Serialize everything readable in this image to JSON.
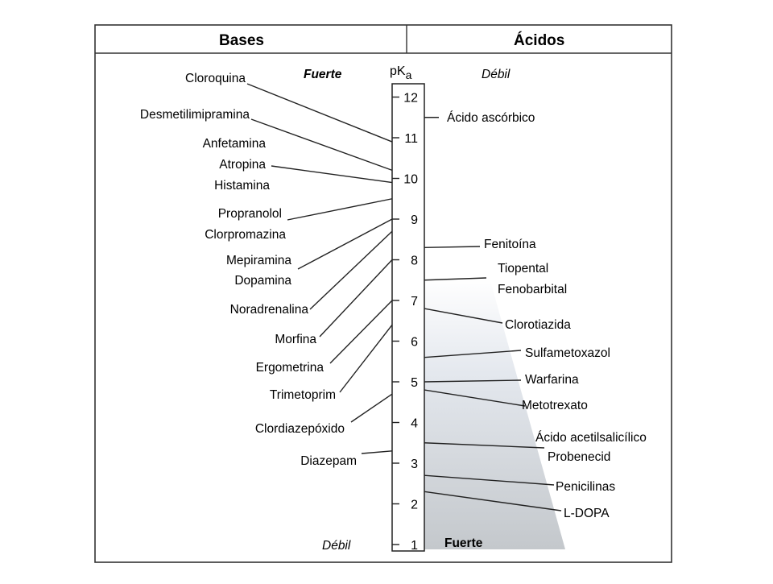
{
  "header": {
    "bases": "Bases",
    "acids": "Ácidos"
  },
  "scale": {
    "title": "pK",
    "subscript": "a",
    "min": 1,
    "max": 12,
    "ticks": [
      12,
      11,
      10,
      9,
      8,
      7,
      6,
      5,
      4,
      3,
      2,
      1
    ]
  },
  "corners": {
    "bases_top": "Fuerte",
    "acids_top": "Débil",
    "bases_bottom": "Débil",
    "acids_bottom": "Fuerte"
  },
  "bases": [
    {
      "name": "Cloroquina",
      "pka": 10.9
    },
    {
      "name": "Desmetilimipramina",
      "pka": 10.2
    },
    {
      "name": "Anfetamina",
      "pka": 9.9
    },
    {
      "name": "Atropina",
      "pka": 9.9
    },
    {
      "name": "Histamina",
      "pka": 9.9
    },
    {
      "name": "Propranolol",
      "pka": 9.5
    },
    {
      "name": "Clorpromazina",
      "pka": 9.3
    },
    {
      "name": "Mepiramina",
      "pka": 9.0
    },
    {
      "name": "Dopamina",
      "pka": 9.0
    },
    {
      "name": "Noradrenalina",
      "pka": 8.7
    },
    {
      "name": "Morfina",
      "pka": 8.0
    },
    {
      "name": "Ergometrina",
      "pka": 7.0
    },
    {
      "name": "Trimetoprim",
      "pka": 6.4
    },
    {
      "name": "Clordiazepóxido",
      "pka": 4.7
    },
    {
      "name": "Diazepam",
      "pka": 3.3
    }
  ],
  "acids": [
    {
      "name": "Ácido ascórbico",
      "pka": 11.5
    },
    {
      "name": "Fenitoína",
      "pka": 8.3
    },
    {
      "name": "Tiopental",
      "pka": 7.5
    },
    {
      "name": "Fenobarbital",
      "pka": 7.5
    },
    {
      "name": "Clorotiazida",
      "pka": 6.8
    },
    {
      "name": "Sulfametoxazol",
      "pka": 5.6
    },
    {
      "name": "Warfarina",
      "pka": 5.0
    },
    {
      "name": "Metotrexato",
      "pka": 4.8
    },
    {
      "name": "Ácido acetilsalicílico",
      "pka": 3.5
    },
    {
      "name": "Probenecid",
      "pka": 3.5
    },
    {
      "name": "Penicilinas",
      "pka": 2.7
    },
    {
      "name": "L-DOPA",
      "pka": 2.3
    }
  ]
}
